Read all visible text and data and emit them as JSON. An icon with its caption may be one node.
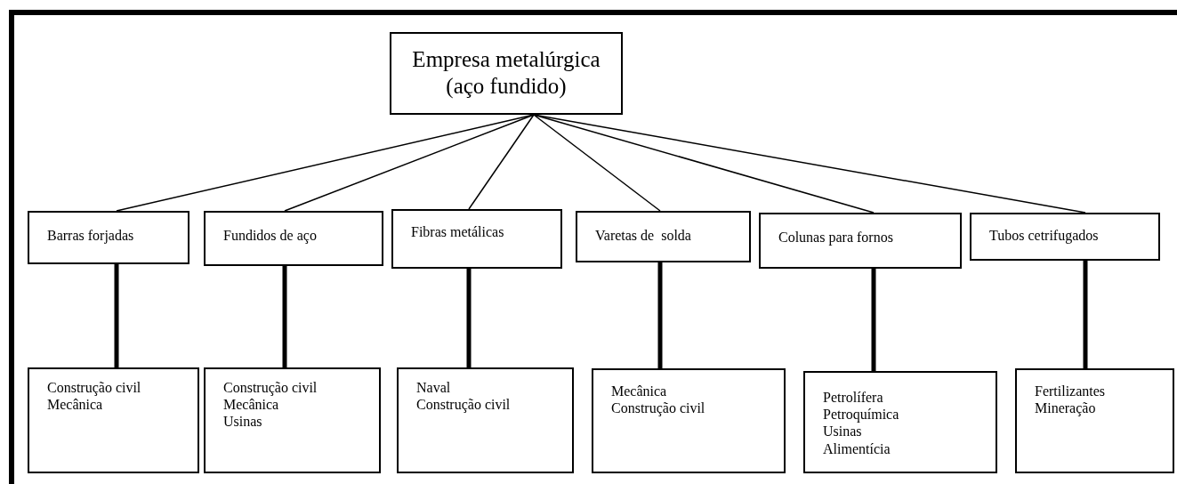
{
  "diagram": {
    "nodes": [
      {
        "text": [
          "Empresa metalúrgica (aço fundido)"
        ]
      },
      {
        "text": [
          "Barras forjadas"
        ]
      },
      {
        "text": [
          "Fundidos de aço"
        ]
      },
      {
        "text": [
          "Fibras metálicas"
        ]
      },
      {
        "text": [
          "Varetas de  solda"
        ]
      },
      {
        "text": [
          "Colunas para fornos"
        ]
      },
      {
        "text": [
          "Tubos cetrifugados"
        ]
      },
      {
        "text": [
          "Construção civil",
          "Mecânica"
        ]
      },
      {
        "text": [
          "Construção civil",
          "Mecânica",
          "Usinas"
        ]
      },
      {
        "text": [
          "Naval",
          "Construção civil"
        ]
      },
      {
        "text": [
          "Mecânica",
          "Construção civil"
        ]
      },
      {
        "text": [
          "Petrolífera",
          "Petroquímica",
          "Usinas",
          "Alimentícia"
        ]
      },
      {
        "text": [
          "Fertilizantes",
          "Mineração"
        ]
      }
    ],
    "edges": [
      {
        "from": 0,
        "to": 1,
        "arrow": "none"
      },
      {
        "from": 0,
        "to": 2,
        "arrow": "none"
      },
      {
        "from": 0,
        "to": 3,
        "arrow": "none"
      },
      {
        "from": 0,
        "to": 4,
        "arrow": "none"
      },
      {
        "from": 0,
        "to": 5,
        "arrow": "none"
      },
      {
        "from": 0,
        "to": 6,
        "arrow": "none"
      },
      {
        "from": 1,
        "to": 7,
        "arrow": "none",
        "style": "thick"
      },
      {
        "from": 2,
        "to": 8,
        "arrow": "none",
        "style": "thick"
      },
      {
        "from": 3,
        "to": 9,
        "arrow": "none",
        "style": "thick"
      },
      {
        "from": 4,
        "to": 10,
        "arrow": "none",
        "style": "thick"
      },
      {
        "from": 5,
        "to": 11,
        "arrow": "none",
        "style": "thick"
      },
      {
        "from": 6,
        "to": 12,
        "arrow": "none",
        "style": "thick"
      }
    ]
  }
}
